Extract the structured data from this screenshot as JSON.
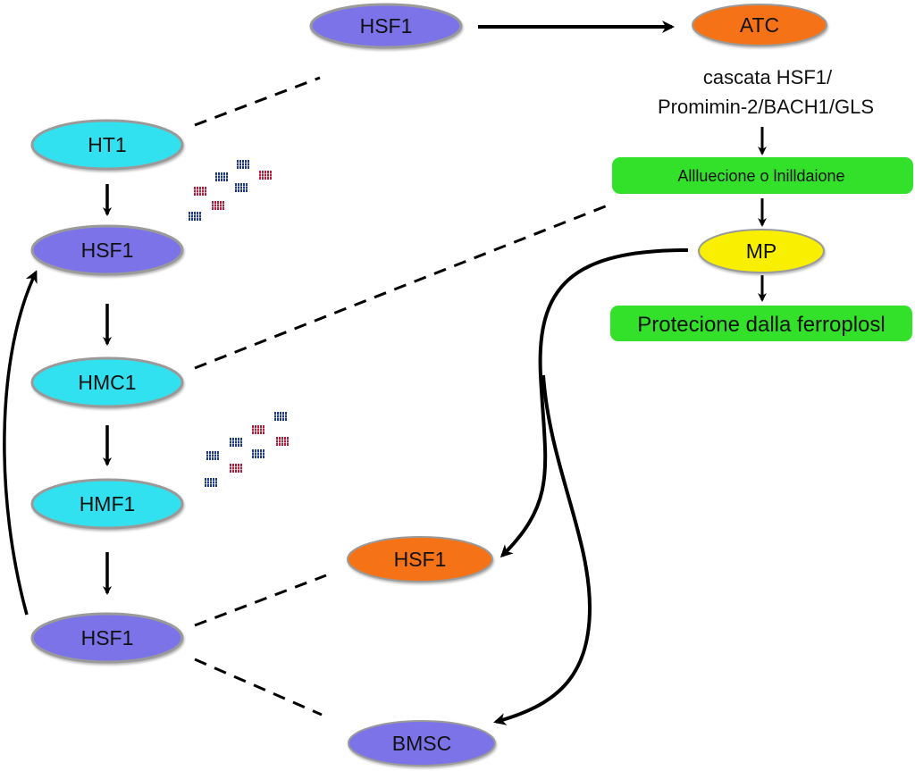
{
  "colors": {
    "purple": "#7b73e8",
    "cyan": "#33e1f0",
    "orange": "#f57316",
    "yellow": "#f8f000",
    "green": "#33e02a",
    "outline": "#9a9a9a",
    "dot_blue": "#1f3a8a",
    "dot_red": "#b0203a"
  },
  "nodes": {
    "hsf1_top": "HSF1",
    "atc": "ATC",
    "ht1": "HT1",
    "hsf1_a": "HSF1",
    "hmc1": "HMC1",
    "hmf1": "HMF1",
    "hsf1_b": "HSF1",
    "hsf1_orange": "HSF1",
    "bmsc": "BMSC",
    "mp": "MP"
  },
  "cascade": {
    "line1": "cascata HSF1/",
    "line2": "Promimin-2/BACH1/GLS"
  },
  "boxes": {
    "activation": "Allluecione o lnilldaione",
    "protection": "Protecione dalla ferroplosl"
  },
  "icons": {
    "protein_dots": "protein-cluster-icon"
  }
}
